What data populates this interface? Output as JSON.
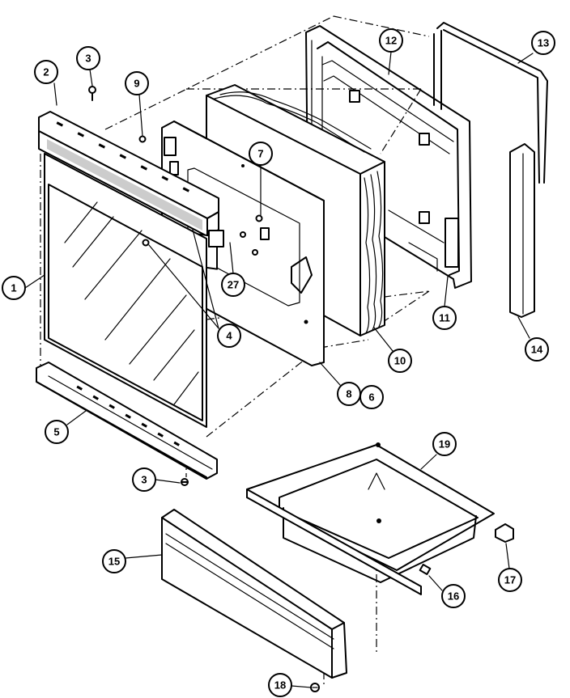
{
  "callouts": [
    {
      "id": "c1",
      "label": "1"
    },
    {
      "id": "c2",
      "label": "2"
    },
    {
      "id": "c3a",
      "label": "3"
    },
    {
      "id": "c3b",
      "label": "3"
    },
    {
      "id": "c4",
      "label": "4"
    },
    {
      "id": "c5",
      "label": "5"
    },
    {
      "id": "c7",
      "label": "7"
    },
    {
      "id": "c8",
      "label": "8"
    },
    {
      "id": "c6",
      "label": "6"
    },
    {
      "id": "c9",
      "label": "9"
    },
    {
      "id": "c10",
      "label": "10"
    },
    {
      "id": "c11",
      "label": "11"
    },
    {
      "id": "c12",
      "label": "12"
    },
    {
      "id": "c13",
      "label": "13"
    },
    {
      "id": "c14",
      "label": "14"
    },
    {
      "id": "c15",
      "label": "15"
    },
    {
      "id": "c16",
      "label": "16"
    },
    {
      "id": "c17",
      "label": "17"
    },
    {
      "id": "c18",
      "label": "18"
    },
    {
      "id": "c19",
      "label": "19"
    },
    {
      "id": "c27",
      "label": "27"
    }
  ]
}
